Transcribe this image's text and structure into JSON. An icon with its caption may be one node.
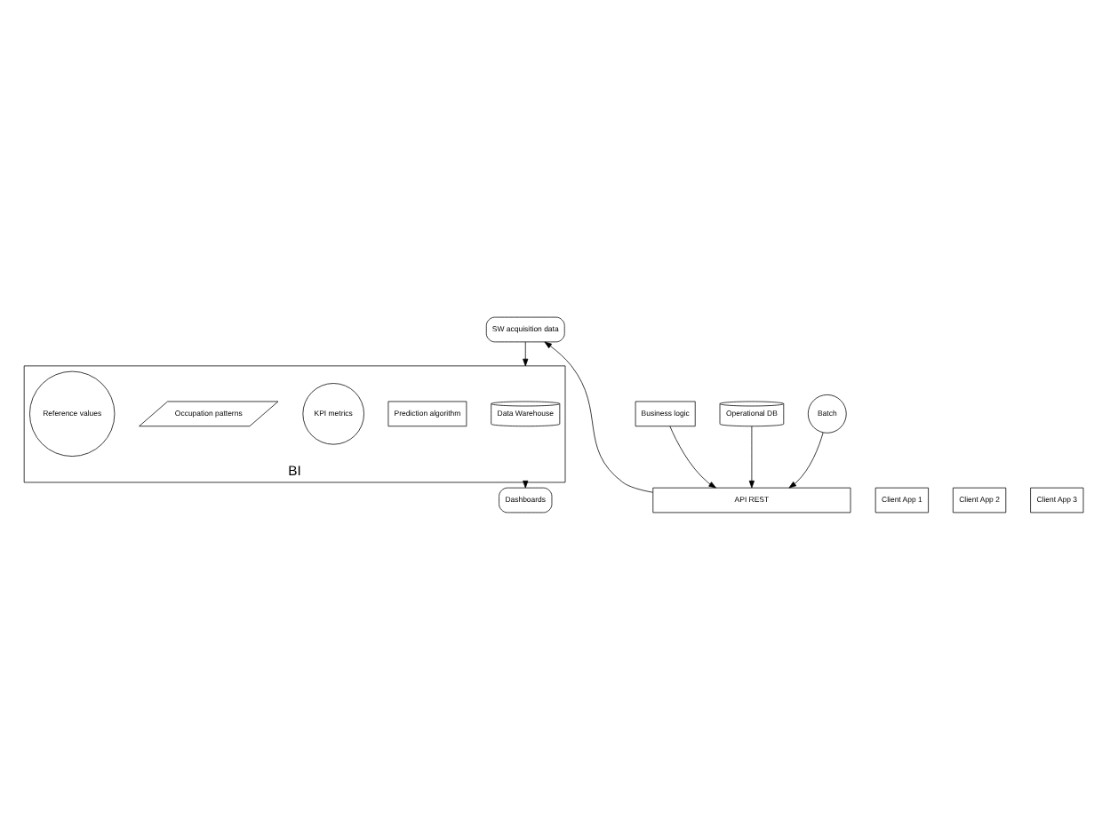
{
  "diagram": {
    "nodes": [
      {
        "text": [
          "BI"
        ]
      },
      {
        "text": [
          "Data Warehouse"
        ],
        "in": 0
      },
      {
        "text": [
          "Prediction algorithm"
        ],
        "in": 0
      },
      {
        "text": [
          "KPI metrics"
        ],
        "in": 0
      },
      {
        "text": [
          "Occupation patterns"
        ],
        "in": 0
      },
      {
        "text": [
          "Reference values"
        ],
        "in": 0
      },
      {
        "text": [
          "SW acquisition data"
        ]
      },
      {
        "text": [
          "Dashboards"
        ]
      },
      {
        "text": [
          "Business logic"
        ]
      },
      {
        "text": [
          "Operational DB"
        ]
      },
      {
        "text": [
          "Batch"
        ]
      },
      {
        "text": [
          "API REST"
        ]
      },
      {
        "text": [
          "Client App 1"
        ]
      },
      {
        "text": [
          "Client App 2"
        ]
      },
      {
        "text": [
          "Client App 3"
        ]
      }
    ],
    "edges": [
      {
        "from": 6,
        "to": 0,
        "arrow": "to"
      },
      {
        "from": 0,
        "to": 7,
        "arrow": "to"
      },
      {
        "from": 11,
        "to": 6,
        "arrow": "to"
      },
      {
        "from": 8,
        "to": 11,
        "arrow": "to"
      },
      {
        "from": 9,
        "to": 11,
        "arrow": "to"
      },
      {
        "from": 10,
        "to": 11,
        "arrow": "to"
      }
    ]
  }
}
